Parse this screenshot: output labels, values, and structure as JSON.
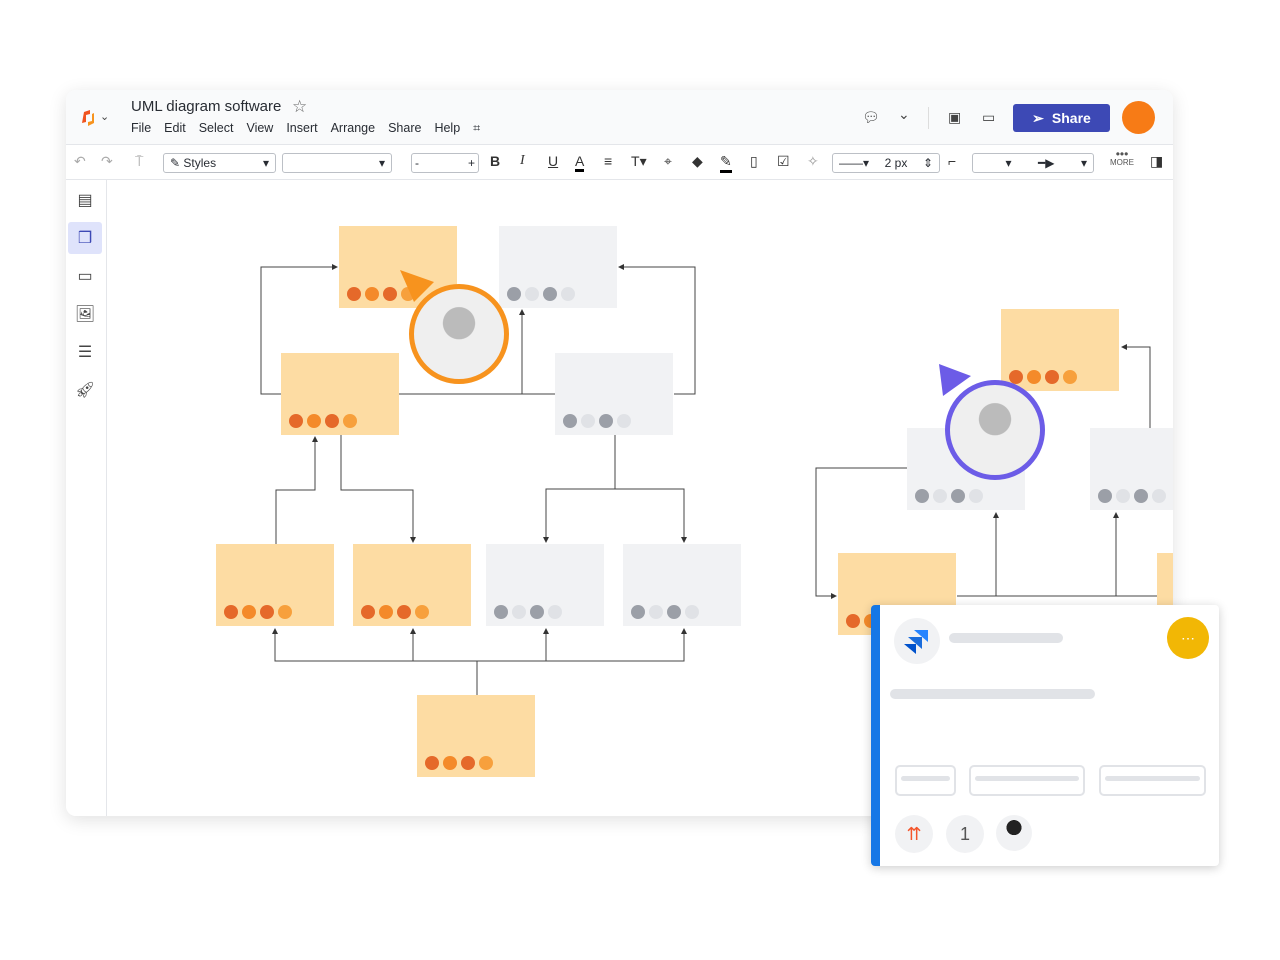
{
  "header": {
    "title": "UML diagram software",
    "menu": [
      "File",
      "Edit",
      "Select",
      "View",
      "Insert",
      "Arrange",
      "Share",
      "Help"
    ],
    "share_label": "Share"
  },
  "toolbar": {
    "styles_label": "Styles",
    "line_width": "2 px",
    "more_label": "MORE",
    "bold": "B",
    "italic": "I",
    "underline": "U",
    "font_color": "A",
    "text_format": "T"
  },
  "card": {
    "count": "1"
  },
  "colors": {
    "accent": "#3d49b5",
    "orange_node": "#fddca3",
    "gray_node": "#f1f2f4",
    "card_bar": "#1677e6",
    "collab1": "#f7931e",
    "collab2": "#6c5ce7"
  }
}
